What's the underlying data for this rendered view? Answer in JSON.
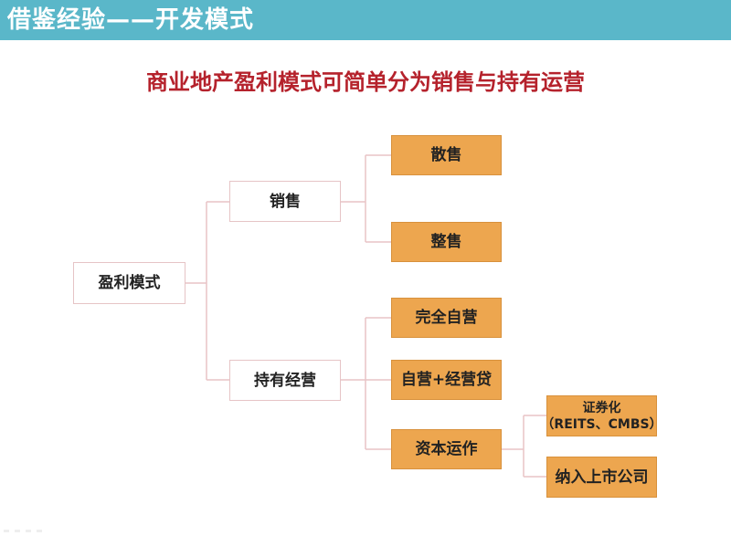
{
  "header": {
    "title": "借鉴经验——开发模式"
  },
  "subtitle": "商业地产盈利模式可简单分为销售与持有运营",
  "diagram": {
    "root": "盈利模式",
    "sale": {
      "label": "销售",
      "children": [
        "散售",
        "整售"
      ]
    },
    "hold": {
      "label": "持有经营",
      "children": [
        "完全自营",
        "自营+经营贷",
        "资本运作"
      ]
    },
    "capital": {
      "children": [
        {
          "line1": "证券化",
          "line2": "（REITS、CMBS）"
        },
        {
          "line1": "纳入上市公司"
        }
      ]
    }
  },
  "colors": {
    "header_bg": "#5ab7c9",
    "subtitle": "#b5222c",
    "orange_box": "#eda64f",
    "connector": "#e8c4c6"
  }
}
